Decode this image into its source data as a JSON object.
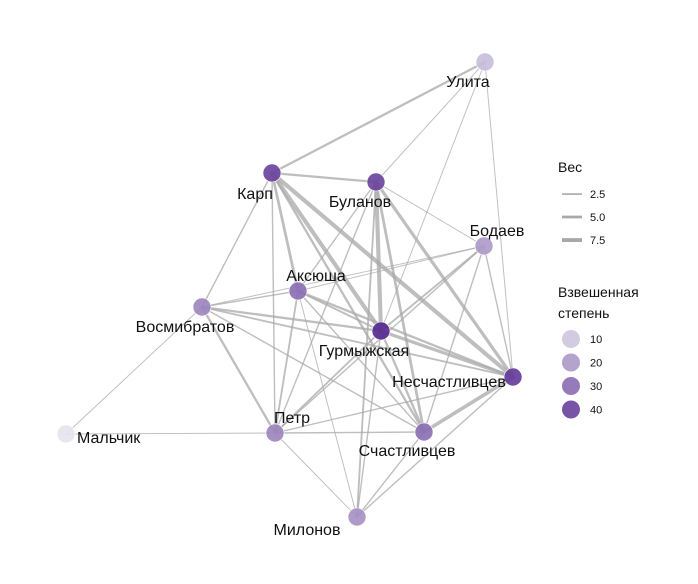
{
  "colors": {
    "edge": "#a8a8a8",
    "low": "#e6e4ee",
    "high": "#54278f"
  },
  "nodes": [
    {
      "id": "ulita",
      "label": "Улита",
      "degree": 12
    },
    {
      "id": "karp",
      "label": "Карп",
      "degree": 40
    },
    {
      "id": "bulanov",
      "label": "Буланов",
      "degree": 40
    },
    {
      "id": "bodaev",
      "label": "Бодаев",
      "degree": 20
    },
    {
      "id": "aksyusha",
      "label": "Аксюша",
      "degree": 30
    },
    {
      "id": "vosmibratov",
      "label": "Восмибратов",
      "degree": 25
    },
    {
      "id": "gurmyzhskaya",
      "label": "Гурмыжская",
      "degree": 46
    },
    {
      "id": "neschastlivtsev",
      "label": "Несчастливцев",
      "degree": 42
    },
    {
      "id": "malchik",
      "label": "Мальчик",
      "degree": 3
    },
    {
      "id": "petr",
      "label": "Петр",
      "degree": 25
    },
    {
      "id": "schastlivtsev",
      "label": "Счастливцев",
      "degree": 30
    },
    {
      "id": "milonov",
      "label": "Милонов",
      "degree": 22
    }
  ],
  "edges": [
    {
      "source": "karp",
      "target": "ulita",
      "weight": 4
    },
    {
      "source": "bulanov",
      "target": "ulita",
      "weight": 1
    },
    {
      "source": "gurmyzhskaya",
      "target": "ulita",
      "weight": 1
    },
    {
      "source": "neschastlivtsev",
      "target": "ulita",
      "weight": 1
    },
    {
      "source": "karp",
      "target": "bulanov",
      "weight": 4
    },
    {
      "source": "karp",
      "target": "gurmyzhskaya",
      "weight": 8
    },
    {
      "source": "karp",
      "target": "neschastlivtsev",
      "weight": 8
    },
    {
      "source": "karp",
      "target": "aksyusha",
      "weight": 5
    },
    {
      "source": "karp",
      "target": "vosmibratov",
      "weight": 2
    },
    {
      "source": "karp",
      "target": "petr",
      "weight": 2
    },
    {
      "source": "karp",
      "target": "schastlivtsev",
      "weight": 4
    },
    {
      "source": "bulanov",
      "target": "gurmyzhskaya",
      "weight": 8
    },
    {
      "source": "bulanov",
      "target": "neschastlivtsev",
      "weight": 6
    },
    {
      "source": "bulanov",
      "target": "aksyusha",
      "weight": 2
    },
    {
      "source": "bulanov",
      "target": "schastlivtsev",
      "weight": 5
    },
    {
      "source": "bulanov",
      "target": "milonov",
      "weight": 3
    },
    {
      "source": "bulanov",
      "target": "petr",
      "weight": 2
    },
    {
      "source": "bulanov",
      "target": "bodaev",
      "weight": 1
    },
    {
      "source": "bodaev",
      "target": "gurmyzhskaya",
      "weight": 3
    },
    {
      "source": "bodaev",
      "target": "neschastlivtsev",
      "weight": 2
    },
    {
      "source": "bodaev",
      "target": "schastlivtsev",
      "weight": 2
    },
    {
      "source": "bodaev",
      "target": "aksyusha",
      "weight": 1
    },
    {
      "source": "bodaev",
      "target": "vosmibratov",
      "weight": 1
    },
    {
      "source": "bodaev",
      "target": "petr",
      "weight": 2
    },
    {
      "source": "aksyusha",
      "target": "gurmyzhskaya",
      "weight": 3
    },
    {
      "source": "aksyusha",
      "target": "neschastlivtsev",
      "weight": 4
    },
    {
      "source": "aksyusha",
      "target": "petr",
      "weight": 3
    },
    {
      "source": "aksyusha",
      "target": "vosmibratov",
      "weight": 2
    },
    {
      "source": "aksyusha",
      "target": "schastlivtsev",
      "weight": 2
    },
    {
      "source": "aksyusha",
      "target": "milonov",
      "weight": 1
    },
    {
      "source": "vosmibratov",
      "target": "gurmyzhskaya",
      "weight": 4
    },
    {
      "source": "vosmibratov",
      "target": "neschastlivtsev",
      "weight": 3
    },
    {
      "source": "vosmibratov",
      "target": "petr",
      "weight": 4
    },
    {
      "source": "vosmibratov",
      "target": "schastlivtsev",
      "weight": 2
    },
    {
      "source": "vosmibratov",
      "target": "malchik",
      "weight": 1
    },
    {
      "source": "gurmyzhskaya",
      "target": "neschastlivtsev",
      "weight": 6
    },
    {
      "source": "gurmyzhskaya",
      "target": "schastlivtsev",
      "weight": 4
    },
    {
      "source": "gurmyzhskaya",
      "target": "petr",
      "weight": 3
    },
    {
      "source": "gurmyzhskaya",
      "target": "milonov",
      "weight": 2
    },
    {
      "source": "neschastlivtsev",
      "target": "schastlivtsev",
      "weight": 7
    },
    {
      "source": "neschastlivtsev",
      "target": "petr",
      "weight": 2
    },
    {
      "source": "neschastlivtsev",
      "target": "milonov",
      "weight": 2
    },
    {
      "source": "petr",
      "target": "schastlivtsev",
      "weight": 2
    },
    {
      "source": "petr",
      "target": "milonov",
      "weight": 1
    },
    {
      "source": "petr",
      "target": "malchik",
      "weight": 1
    },
    {
      "source": "schastlivtsev",
      "target": "milonov",
      "weight": 2
    }
  ],
  "legend": {
    "weight_title": "Вес",
    "weight_items": [
      {
        "label": "2.5",
        "value": 2.5
      },
      {
        "label": "5.0",
        "value": 5.0
      },
      {
        "label": "7.5",
        "value": 7.5
      }
    ],
    "degree_title_line1": "Взвешенная",
    "degree_title_line2": "степень",
    "degree_items": [
      {
        "label": "10",
        "value": 10
      },
      {
        "label": "20",
        "value": 20
      },
      {
        "label": "30",
        "value": 30
      },
      {
        "label": "40",
        "value": 40
      }
    ]
  }
}
